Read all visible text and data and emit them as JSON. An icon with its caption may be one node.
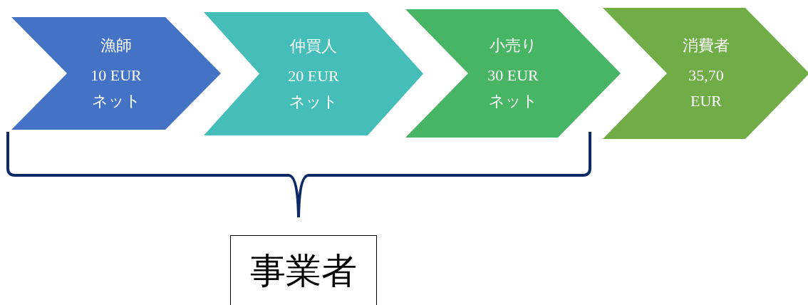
{
  "diagram": {
    "nodes": [
      {
        "text": [
          "漁師",
          "10 EUR ネット"
        ]
      },
      {
        "text": [
          "仲買人",
          "20 EUR ネット"
        ]
      },
      {
        "text": [
          "小売り",
          "30 EUR ネット"
        ]
      },
      {
        "text": [
          "消費者",
          "35,70 EUR"
        ]
      },
      {
        "text": [
          "事業者"
        ]
      }
    ]
  }
}
